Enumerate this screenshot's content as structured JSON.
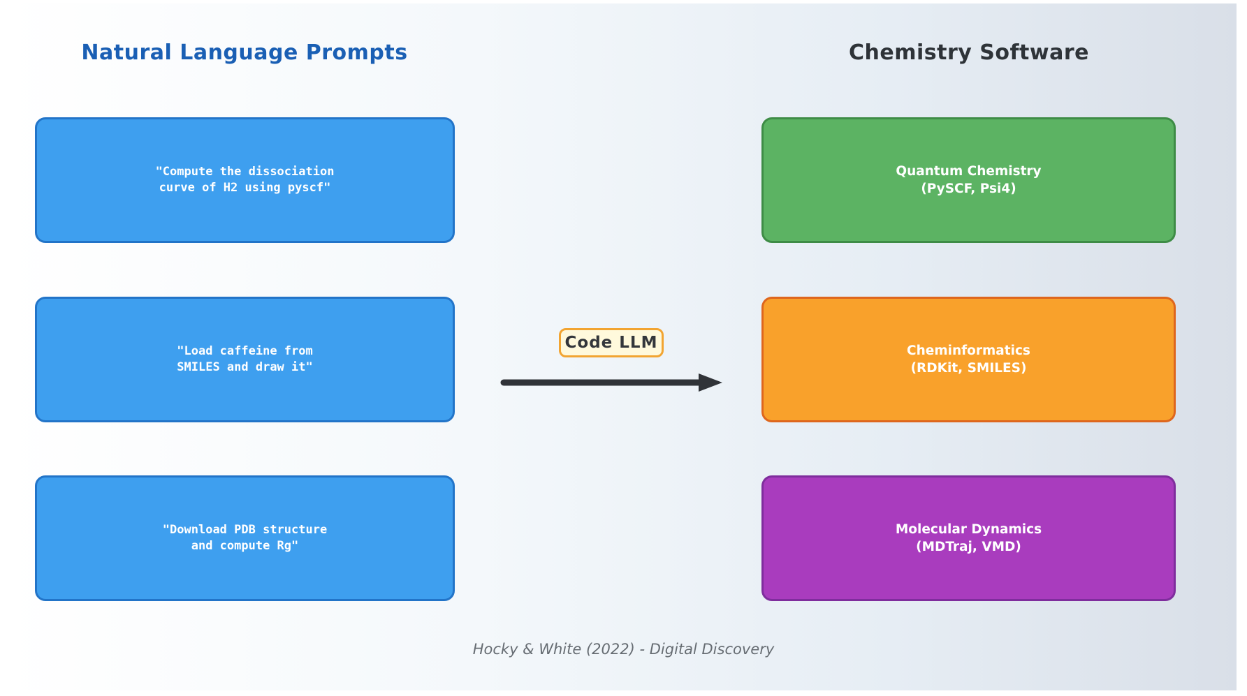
{
  "figure": {
    "caption": "Hocky & White (2022) - Digital Discovery",
    "caption_color": "#666c72",
    "background_gradient_start": "#ffffff",
    "background_gradient_end": "#d9dfe8"
  },
  "left_column": {
    "title": "Natural Language Prompts",
    "title_color": "#1a5fb4",
    "boxes": [
      {
        "name": "prompt-dissociation",
        "line1": "\"Compute the dissociation",
        "line2": "curve of H2 using pyscf\"",
        "fill": "#3e9fef",
        "border": "#2274c8"
      },
      {
        "name": "prompt-caffeine",
        "line1": "\"Load caffeine from",
        "line2": "SMILES and draw it\"",
        "fill": "#3e9fef",
        "border": "#2274c8"
      },
      {
        "name": "prompt-pdb",
        "line1": "\"Download PDB structure",
        "line2": "and compute Rg\"",
        "fill": "#3e9fef",
        "border": "#2274c8"
      }
    ]
  },
  "right_column": {
    "title": "Chemistry Software",
    "title_color": "#2e3338",
    "boxes": [
      {
        "name": "software-quantum-chemistry",
        "line1": "Quantum Chemistry",
        "line2": "(PySCF, Psi4)",
        "fill": "#5cb363",
        "border": "#3e8c46"
      },
      {
        "name": "software-cheminformatics",
        "line1": "Cheminformatics",
        "line2": "(RDKit, SMILES)",
        "fill": "#f9a12b",
        "border": "#de661d"
      },
      {
        "name": "software-molecular-dynamics",
        "line1": "Molecular Dynamics",
        "line2": "(MDTraj, VMD)",
        "fill": "#a93cbe",
        "border": "#7f2d9d"
      }
    ]
  },
  "center": {
    "label": "Code LLM",
    "label_bg": "#fff9dc",
    "label_border": "#f2a431",
    "label_text_color": "#33363b",
    "arrow_color": "#303338"
  }
}
